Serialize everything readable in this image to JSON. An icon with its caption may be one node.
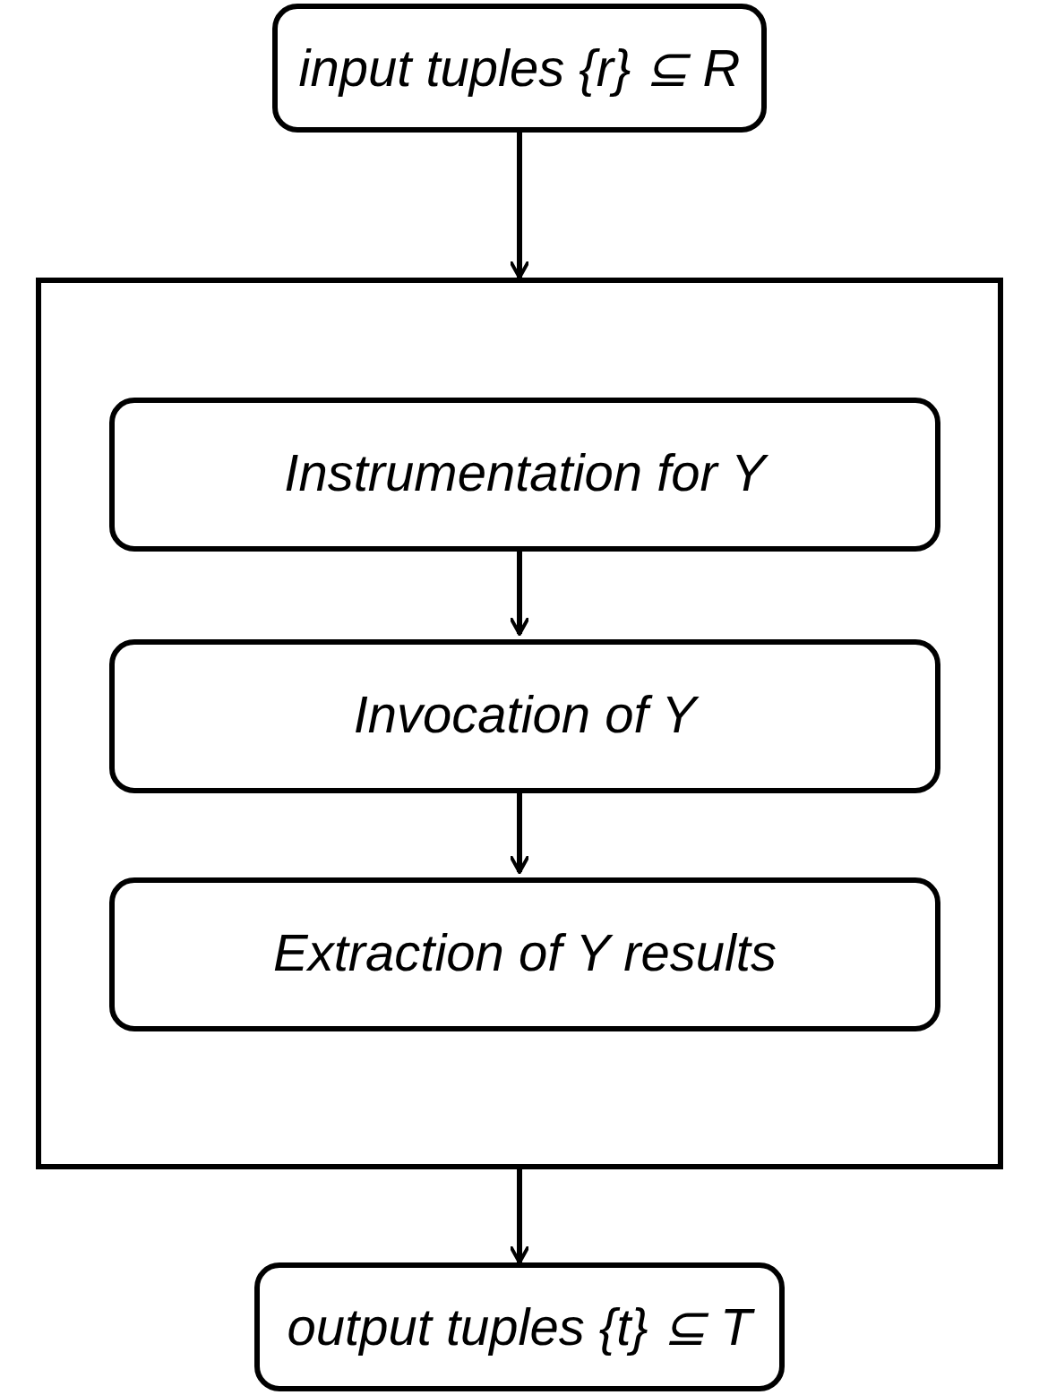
{
  "diagram": {
    "nodes": [
      {
        "text": [
          "input tuples {r} ⊆ R"
        ]
      },
      {
        "text": [],
        "shape": "box"
      },
      {
        "text": [
          "Instrumentation for Y"
        ],
        "in": 1
      },
      {
        "text": [
          "Invocation of Y"
        ],
        "in": 1
      },
      {
        "text": [
          "Extraction of Y results"
        ],
        "in": 1
      },
      {
        "text": [
          "output tuples {t} ⊆ T"
        ]
      }
    ],
    "edges": [
      {
        "from": 0,
        "to": 1,
        "arrow": "to"
      },
      {
        "from": 2,
        "to": 3,
        "arrow": "to"
      },
      {
        "from": 3,
        "to": 4,
        "arrow": "to"
      },
      {
        "from": 1,
        "to": 5,
        "arrow": "to"
      }
    ]
  }
}
